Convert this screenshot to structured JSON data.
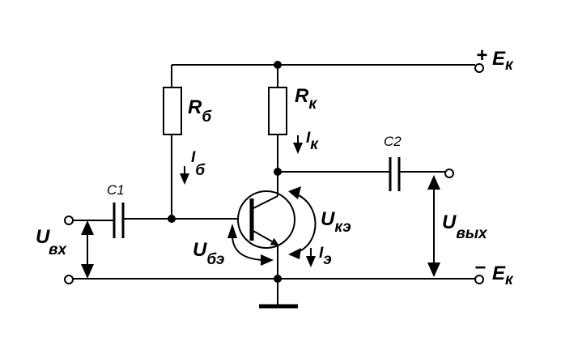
{
  "labels": {
    "ek_plus_sign": "+",
    "ek_minus_sign": "−",
    "ek_letter": "E",
    "ek_sub": "к",
    "rb_letter": "R",
    "rb_sub": "б",
    "rk_letter": "R",
    "rk_sub": "к",
    "ib_letter": "I",
    "ib_sub": "б",
    "ik_letter": "I",
    "ik_sub": "к",
    "ie_letter": "I",
    "ie_sub": "э",
    "c1": "C1",
    "c2": "C2",
    "uvx_letter": "U",
    "uvx_sub": "вх",
    "uvyx_letter": "U",
    "uvyx_sub": "вых",
    "uke_letter": "U",
    "uke_sub": "кэ",
    "ube_letter": "U",
    "ube_sub": "бэ"
  }
}
